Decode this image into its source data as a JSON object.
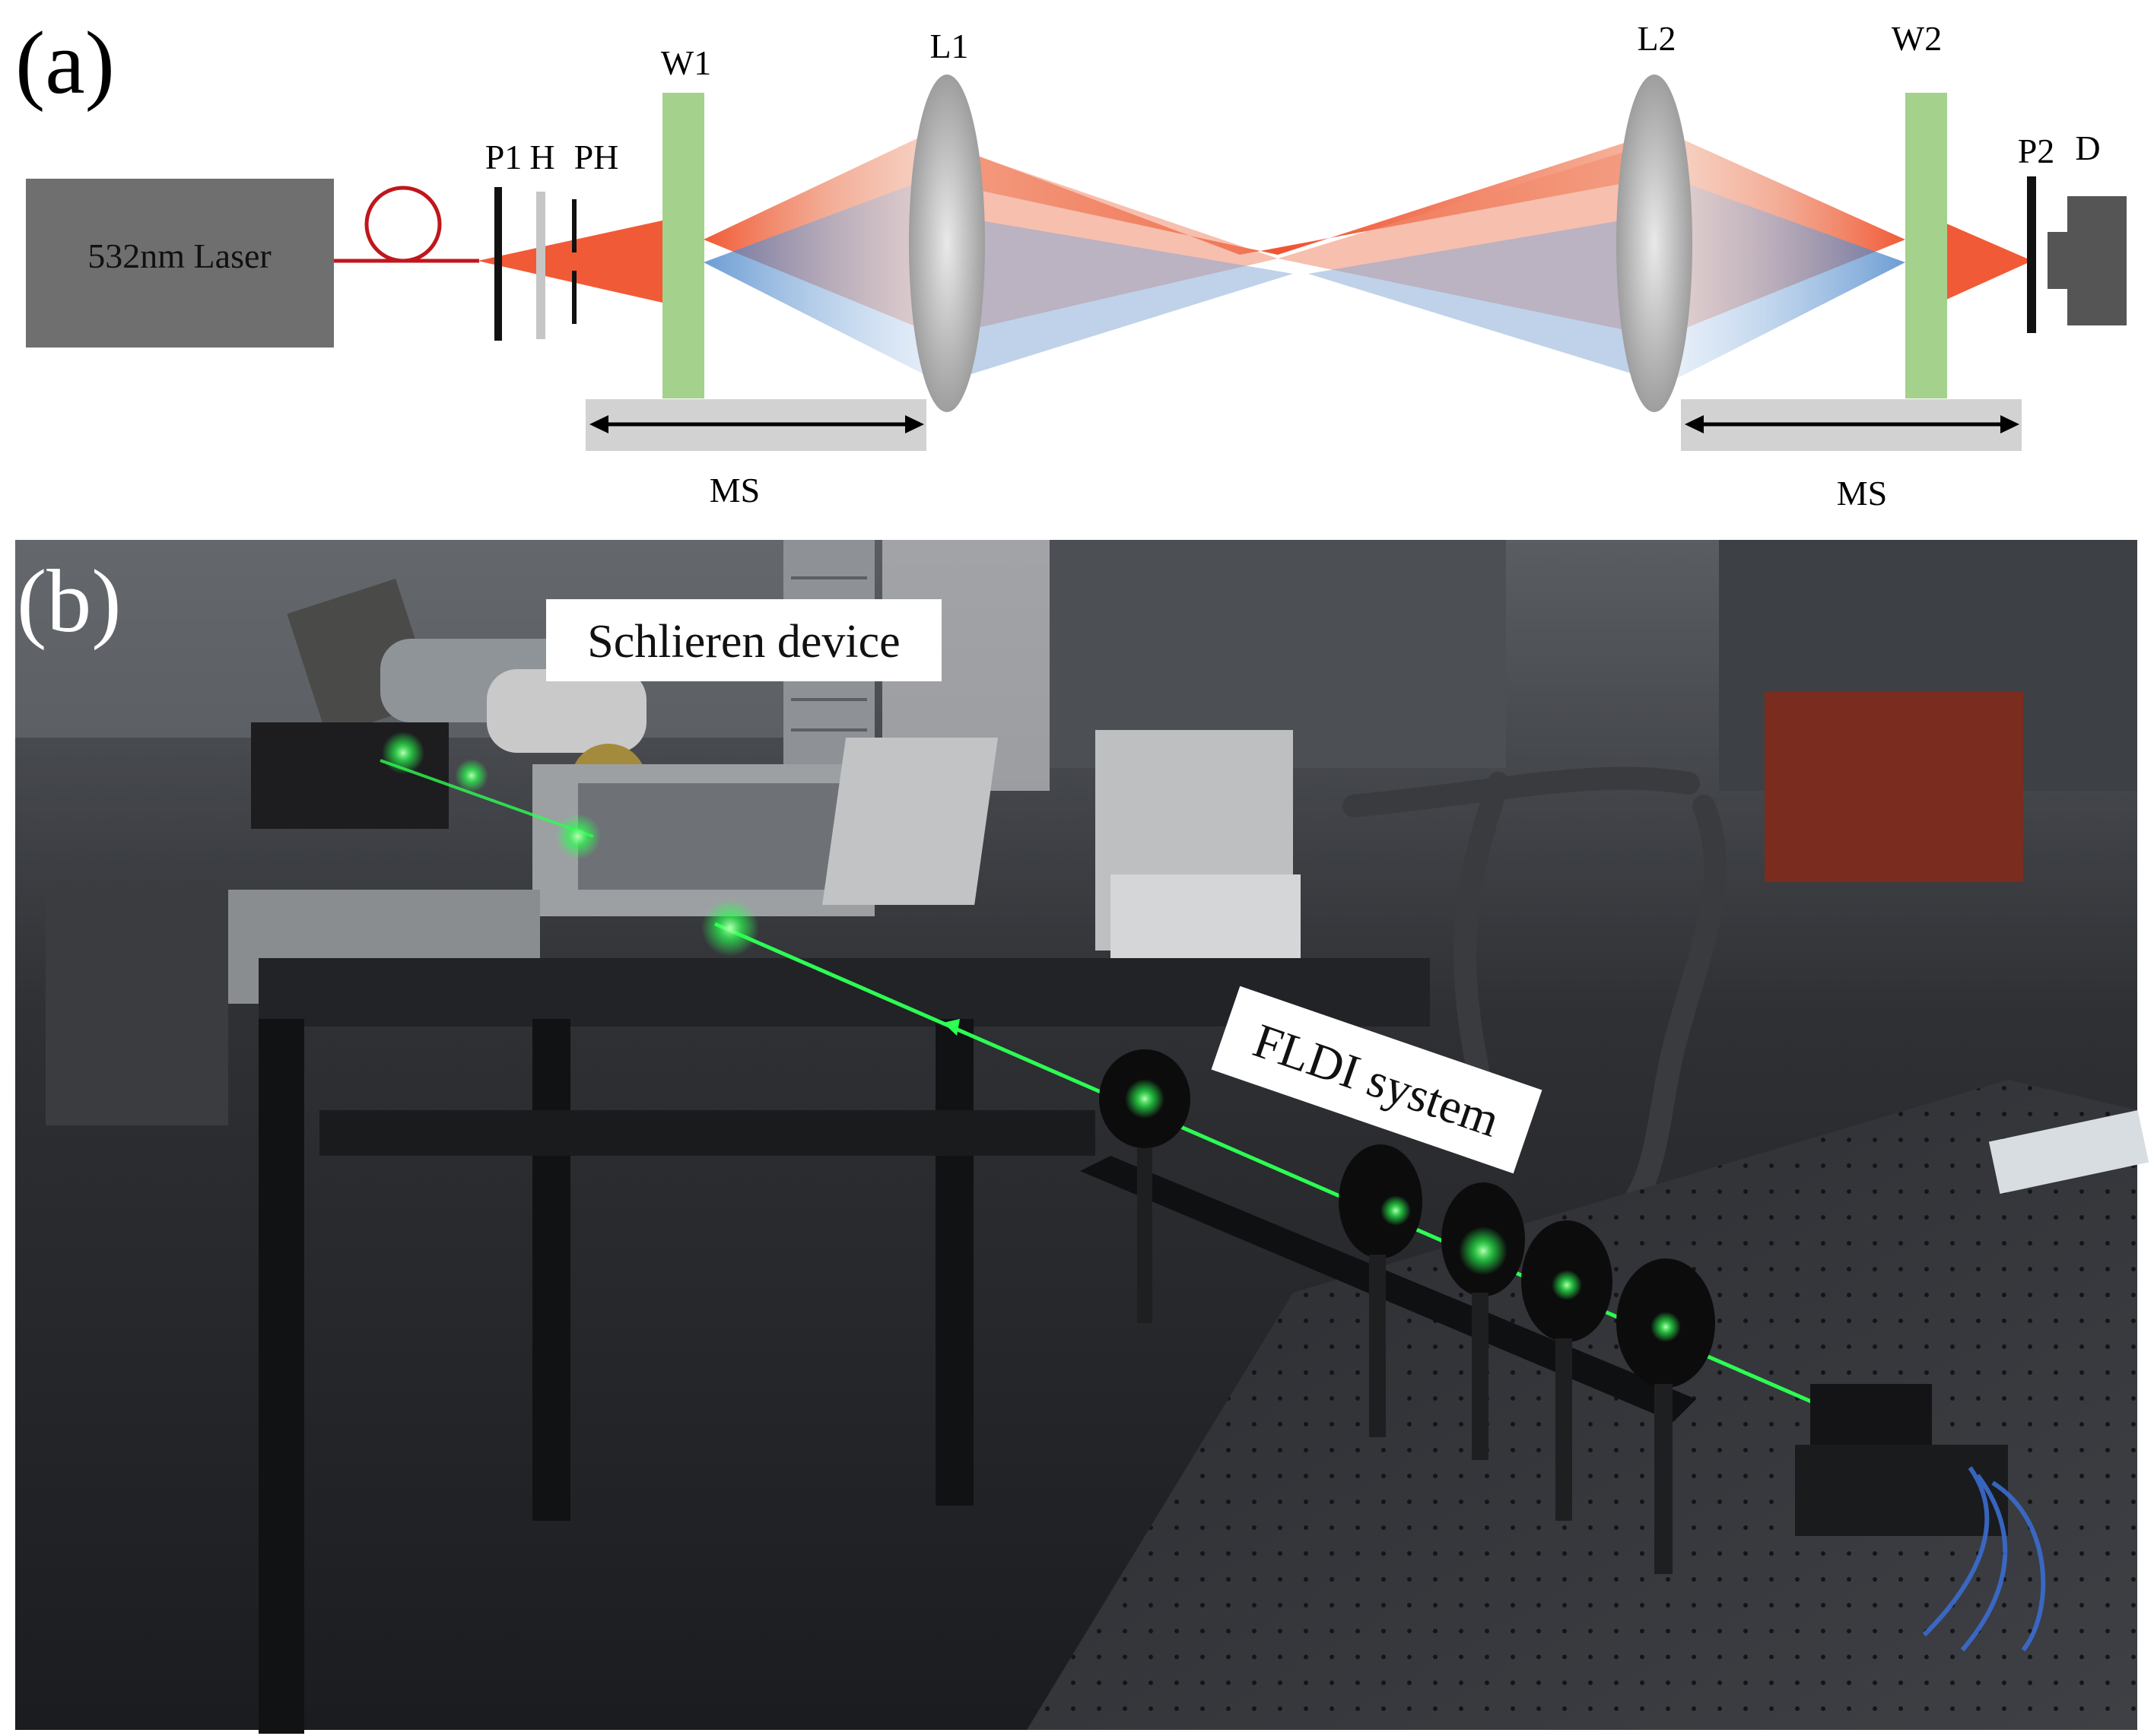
{
  "panel_a": {
    "panel_label": "(a)",
    "laser_label": "532nm Laser",
    "labels": {
      "p1": "P1",
      "h": "H",
      "ph": "PH",
      "w1": "W1",
      "l1": "L1",
      "l2": "L2",
      "w2": "W2",
      "p2": "P2",
      "d": "D",
      "ms_left": "MS",
      "ms_right": "MS"
    },
    "colors": {
      "laser_box": "#6f6f6f",
      "fiber": "#c0161c",
      "beam_red": "#f15a36",
      "beam_blue": "#3f7fc6",
      "wollaston": "#a4d18c",
      "lens": "#b8b8b8",
      "stage": "#d2d2d2",
      "detector": "#555555"
    }
  },
  "panel_b": {
    "panel_label": "(b)",
    "callout_schlieren": "Schlieren device",
    "callout_fldi": "FLDI system",
    "colors": {
      "beam_green": "#2cff52",
      "background": "#2a2c30"
    }
  }
}
